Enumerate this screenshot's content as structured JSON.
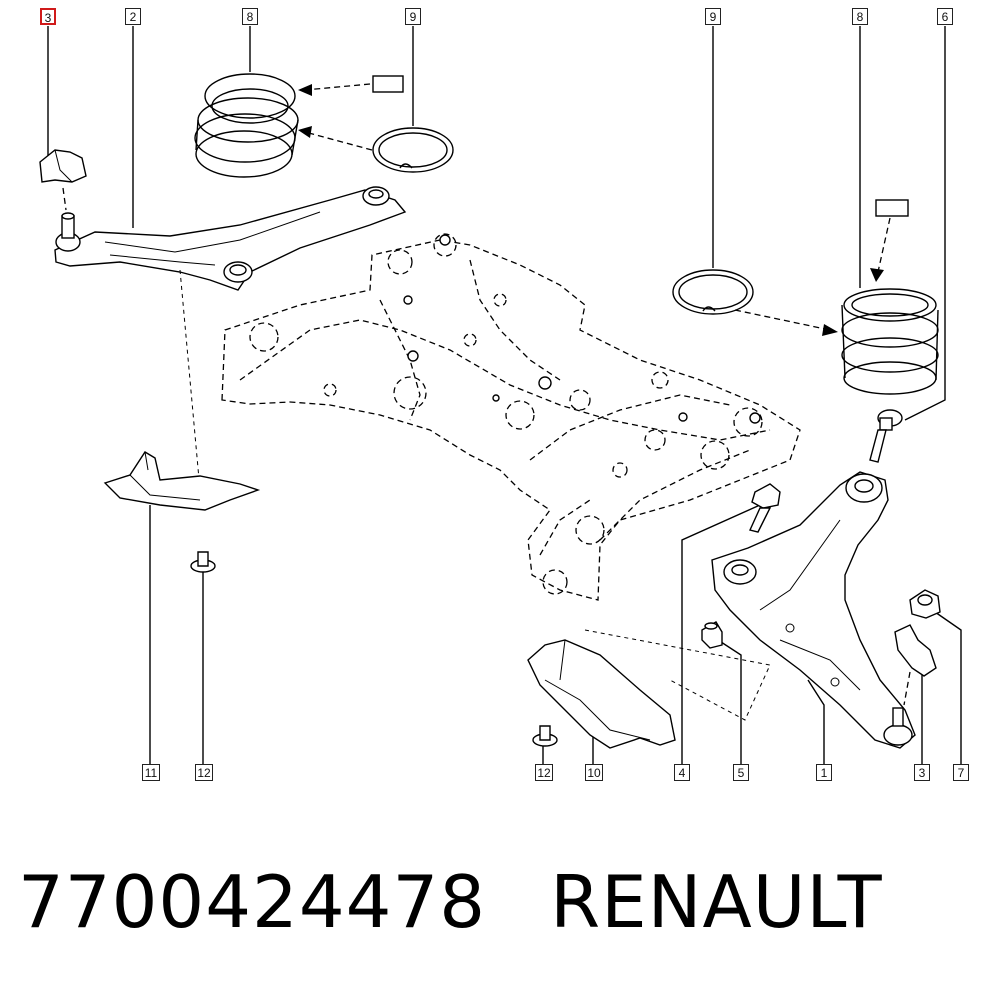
{
  "callouts": {
    "c3_top": "3",
    "c2": "2",
    "c8_left": "8",
    "c9_left": "9",
    "c9_right": "9",
    "c8_right": "8",
    "c6": "6",
    "c11": "11",
    "c12_left": "12",
    "c12_right": "12",
    "c10": "10",
    "c4": "4",
    "c5": "5",
    "c1": "1",
    "c3_bottom": "3",
    "c7": "7"
  },
  "caption": {
    "part_number": "7700424478",
    "brand": "RENAULT"
  },
  "colors": {
    "line": "#000000",
    "highlight": "#d01a1a",
    "background": "#ffffff"
  }
}
